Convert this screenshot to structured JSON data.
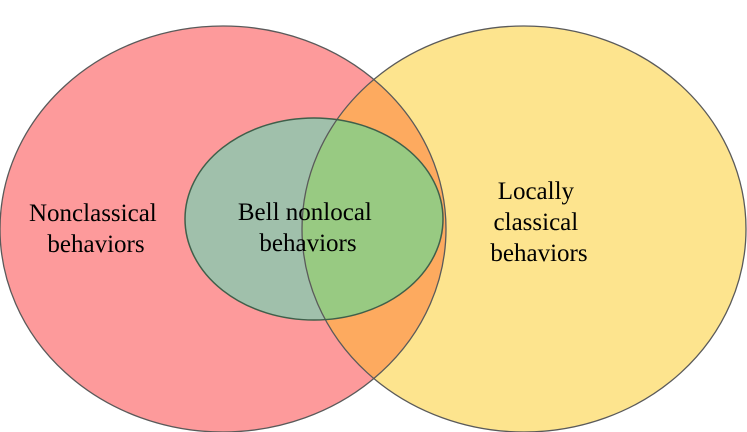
{
  "diagram": {
    "sets": [
      {
        "id": "nonclassical",
        "label_lines": [
          "Nonclassical",
          "behaviors"
        ],
        "fill": "#fd9a9b",
        "stroke": "#5a5a5a"
      },
      {
        "id": "locally_classical",
        "label_lines": [
          "Locally",
          "classical",
          "behaviors"
        ],
        "fill": "#fde48e",
        "stroke": "#5a5a5a"
      },
      {
        "id": "bell_nonlocal",
        "label_lines": [
          "Bell nonlocal",
          "behaviors"
        ],
        "fill": "#a0c0ab",
        "stroke": "#3f5f4a"
      }
    ],
    "overlap_colors": {
      "nonclassical_and_locally_classical": "#fdaa5f",
      "bell_nonlocal_and_locally_classical": "#98ca82"
    }
  }
}
